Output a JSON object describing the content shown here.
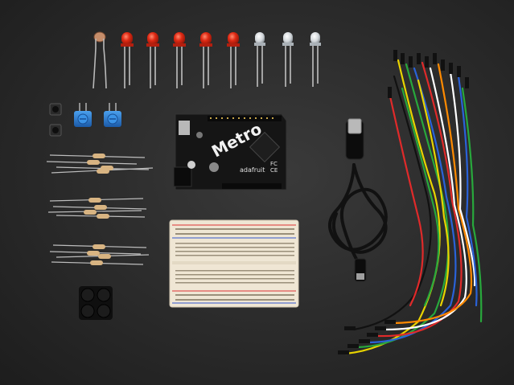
{
  "image": {
    "board": {
      "logo_text": "Metro",
      "brand_text": "adafruit",
      "ce_mark": "CE",
      "fc_mark": "FC"
    },
    "colors": {
      "background": "#2b2b2b",
      "led_red": "#e02a14",
      "led_clear": "#d8dde2",
      "trimpot_blue": "#2a7fd4",
      "board_black": "#151515",
      "breadboard": "#efe6d4",
      "rail_red": "#d33",
      "rail_blue": "#35c",
      "usb_cable": "#111111",
      "jumper_colors": [
        "#e8d300",
        "#28a83c",
        "#2a62d8",
        "#e02a2a",
        "#ffffff",
        "#111111",
        "#ff8a00"
      ]
    },
    "components": {
      "photocell_count": 1,
      "red_led_count": 5,
      "clear_led_count": 3,
      "tactile_button_count": 2,
      "trimpot_count": 2,
      "resistor_groups": 3,
      "rubber_feet_count": 4
    }
  }
}
